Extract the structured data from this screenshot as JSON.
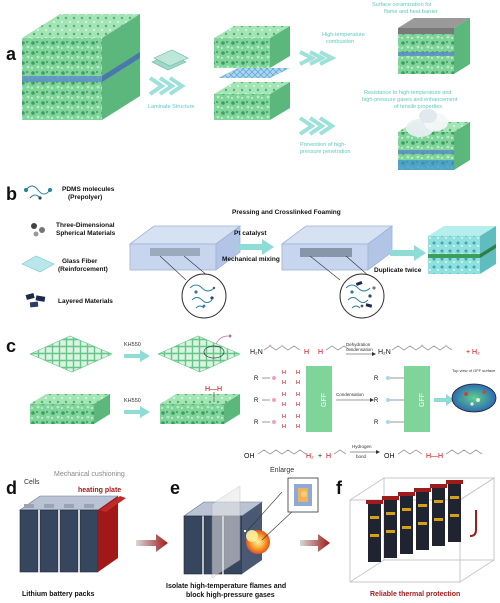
{
  "panels": {
    "a": {
      "letter": "a",
      "laminate": "Laminate Structure",
      "high_temp_1": "High-temperature",
      "high_temp_2": "combustion",
      "surface_1": "Surface ceramization for",
      "surface_2": "flame and heat barrier",
      "resistance_1": "Resistance to high-temperature and",
      "resistance_2": "high-pressure gases and enhancement",
      "resistance_3": "of tensile properties",
      "prevention_1": "Prevention of high-",
      "prevention_2": "pressure penetration"
    },
    "b": {
      "letter": "b",
      "legend": [
        {
          "line1": "PDMS molecules",
          "line2": "(Prepolyer)"
        },
        {
          "line1": "Three-Dimensional",
          "line2": "Spherical Materials"
        },
        {
          "line1": "Glass Fiber",
          "line2": "(Reinforcement)"
        },
        {
          "line1": "Layered Materials",
          "line2": ""
        }
      ],
      "pressing": "Pressing and Crosslinked Foaming",
      "pt_catalyst": "Pt catalyst",
      "mechanical_mixing": "Mechanical mixing",
      "duplicate": "Duplicate twice"
    },
    "c": {
      "letter": "c",
      "kh550_top": "KH550",
      "kh550_bottom": "KH550",
      "h_h": "H—H",
      "h2n_left": "H₂N",
      "h2n_right": "H₂N",
      "dehydration_1": "Dehydration",
      "dehydration_2": "condensation",
      "h2_product": "+ H₂",
      "condensation": "Condensation",
      "gff_left": "GFF",
      "gff_right": "GFF",
      "top_view": "Top view of GFF surface",
      "oh_left": "OH",
      "oh_right": "OH",
      "hydrogen_1": "Hydrogen",
      "hydrogen_2": "bond"
    },
    "d": {
      "letter": "d",
      "cells": "Cells",
      "cushion": "Mechanical cushioning",
      "heating": "heating plate",
      "caption": "Lithium battery packs"
    },
    "e": {
      "letter": "e",
      "enlarge": "Enlarge",
      "caption_1": "Isolate high-temperature flames and",
      "caption_2": "block high-pressure gases"
    },
    "f": {
      "letter": "f",
      "caption": "Reliable thermal protection"
    }
  },
  "colors": {
    "foam": "#7fd49a",
    "foam_dark": "#3f9e62",
    "foam_light": "#b9ecc6",
    "blue_layer": "#5d8fc6",
    "teal_text": "#5ec7c2",
    "arrow": "#8fdbd6",
    "red": "#9e1b1b",
    "grey_text": "#888888"
  }
}
